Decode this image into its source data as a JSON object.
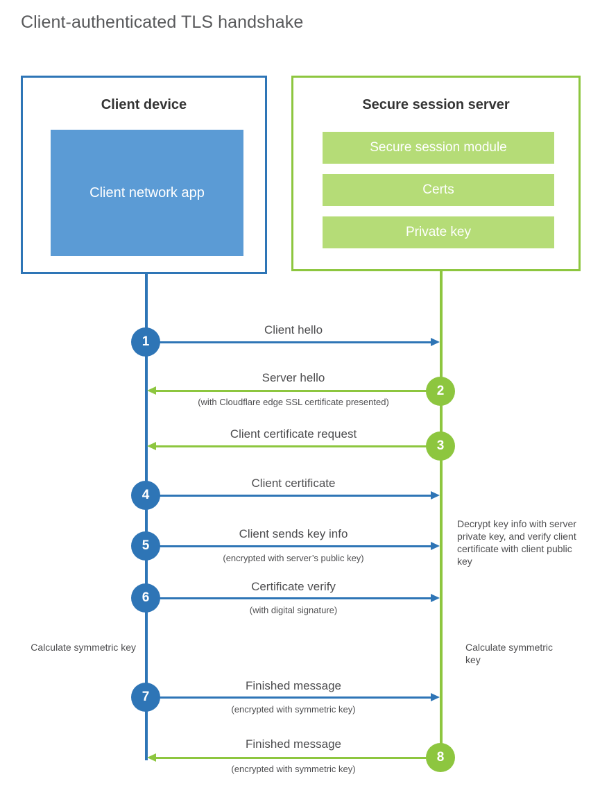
{
  "title": "Client-authenticated TLS handshake",
  "parties": {
    "client": {
      "title": "Client device",
      "app_label": "Client network app"
    },
    "server": {
      "title": "Secure session server",
      "bars": [
        {
          "label": "Secure session module"
        },
        {
          "label": "Certs"
        },
        {
          "label": "Private key"
        }
      ]
    }
  },
  "colors": {
    "blue_border": "#2e75b6",
    "blue_fill": "#5b9bd5",
    "green_border": "#8dc63f",
    "green_fill": "#b5dc77",
    "text": "#4d4d4f",
    "title_text": "#58595b"
  },
  "steps": [
    {
      "number": "1",
      "label": "Client hello",
      "sublabel": "",
      "direction": "client-to-server",
      "color": "blue"
    },
    {
      "number": "2",
      "label": "Server hello",
      "sublabel": "(with Cloudflare edge SSL certificate presented)",
      "direction": "server-to-client",
      "color": "green"
    },
    {
      "number": "3",
      "label": "Client certificate request",
      "sublabel": "",
      "direction": "server-to-client",
      "color": "green"
    },
    {
      "number": "4",
      "label": "Client certificate",
      "sublabel": "",
      "direction": "client-to-server",
      "color": "blue"
    },
    {
      "number": "5",
      "label": "Client sends key info",
      "sublabel": "(encrypted with server’s public key)",
      "direction": "client-to-server",
      "color": "blue"
    },
    {
      "number": "6",
      "label": "Certificate verify",
      "sublabel": "(with digital signature)",
      "direction": "client-to-server",
      "color": "blue"
    },
    {
      "number": "7",
      "label": "Finished message",
      "sublabel": "(encrypted with symmetric key)",
      "direction": "client-to-server",
      "color": "blue"
    },
    {
      "number": "8",
      "label": "Finished message",
      "sublabel": "(encrypted with symmetric key)",
      "direction": "server-to-client",
      "color": "green"
    }
  ],
  "notes": {
    "server_decrypt": "Decrypt key info with server private key, and verify client certificate with client public key",
    "client_calculate": "Calculate symmetric key",
    "server_calculate": "Calculate symmetric key"
  }
}
